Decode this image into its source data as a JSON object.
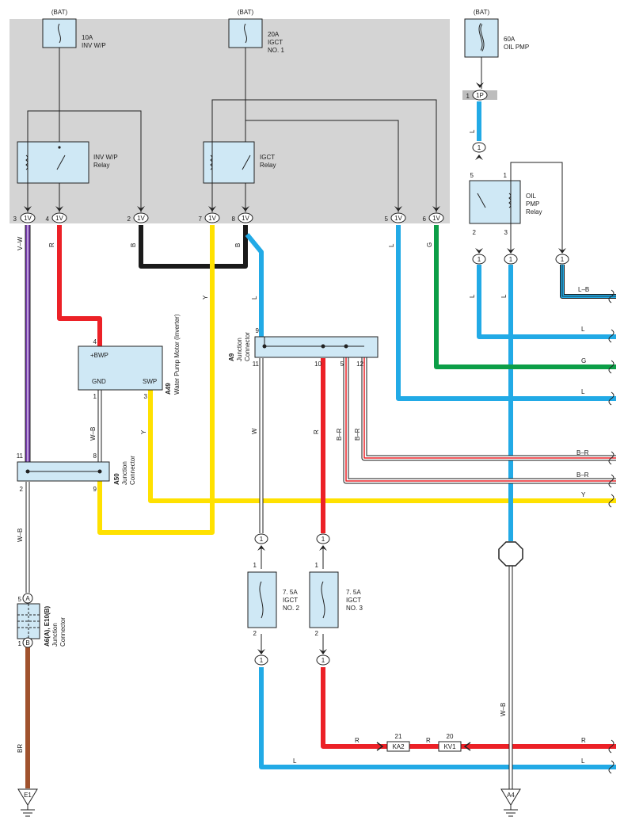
{
  "bat_labels": [
    "(BAT)",
    "(BAT)",
    "(BAT)"
  ],
  "fuses_top": {
    "inv": [
      "10A",
      "INV W/P"
    ],
    "igct": [
      "20A",
      "IGCT",
      "NO. 1"
    ],
    "oil": [
      "60A",
      "OIL PMP"
    ]
  },
  "relays": {
    "inv": [
      "INV W/P",
      "Relay"
    ],
    "igct": [
      "IGCT",
      "Relay"
    ],
    "oil": [
      "OIL",
      "PMP",
      "Relay"
    ]
  },
  "conn_1v": "1V",
  "conn_1p": "1P",
  "conn_1": "1",
  "pins": {
    "p1v": [
      "3",
      "4",
      "2",
      "7",
      "8",
      "5",
      "6"
    ],
    "p1p": "1",
    "oil_relay": [
      "5",
      "1",
      "2",
      "3"
    ],
    "a49": [
      "4",
      "1",
      "3"
    ],
    "a50": [
      "11",
      "8",
      "2",
      "9"
    ],
    "a9": [
      "9",
      "11",
      "10",
      "5",
      "12"
    ],
    "fuse2": [
      "1",
      "2"
    ],
    "fuse3": [
      "1",
      "2"
    ],
    "a6": [
      "5",
      "1"
    ],
    "kv1": "20",
    "ka2": "21"
  },
  "wires": {
    "vw": "V–W",
    "r": "R",
    "b": "B",
    "y": "Y",
    "l": "L",
    "g": "G",
    "lb": "L–B",
    "wb": "W–B",
    "w": "W",
    "br_dash": "B–R",
    "br": "BR"
  },
  "components": {
    "a49_id": "A49",
    "a49_name": "Water Pump Motor (Inverter)",
    "a49_pins": [
      "+BWP",
      "GND",
      "SWP"
    ],
    "a50_id": "A50",
    "a9_id": "A9",
    "junction": [
      "Junction",
      "Connector"
    ],
    "a6_id": "A6(A), E10(B)",
    "a6_letters": [
      "A",
      "B"
    ]
  },
  "fuses_bottom": {
    "f2": [
      "7. 5A",
      "IGCT",
      "NO. 2"
    ],
    "f3": [
      "7. 5A",
      "IGCT",
      "NO. 3"
    ]
  },
  "inline": [
    "KA2",
    "KV1"
  ],
  "grounds": [
    "E1",
    "A4"
  ],
  "colors": {
    "panel": "#d4d4d4",
    "comp": "#cfe8f5",
    "blue": "#22aae6",
    "red": "#ec2127",
    "yellow": "#ffe100",
    "green": "#0c9e47",
    "violet": "#7a3bb3",
    "brown": "#a0522d",
    "black": "#1a1a1a"
  }
}
